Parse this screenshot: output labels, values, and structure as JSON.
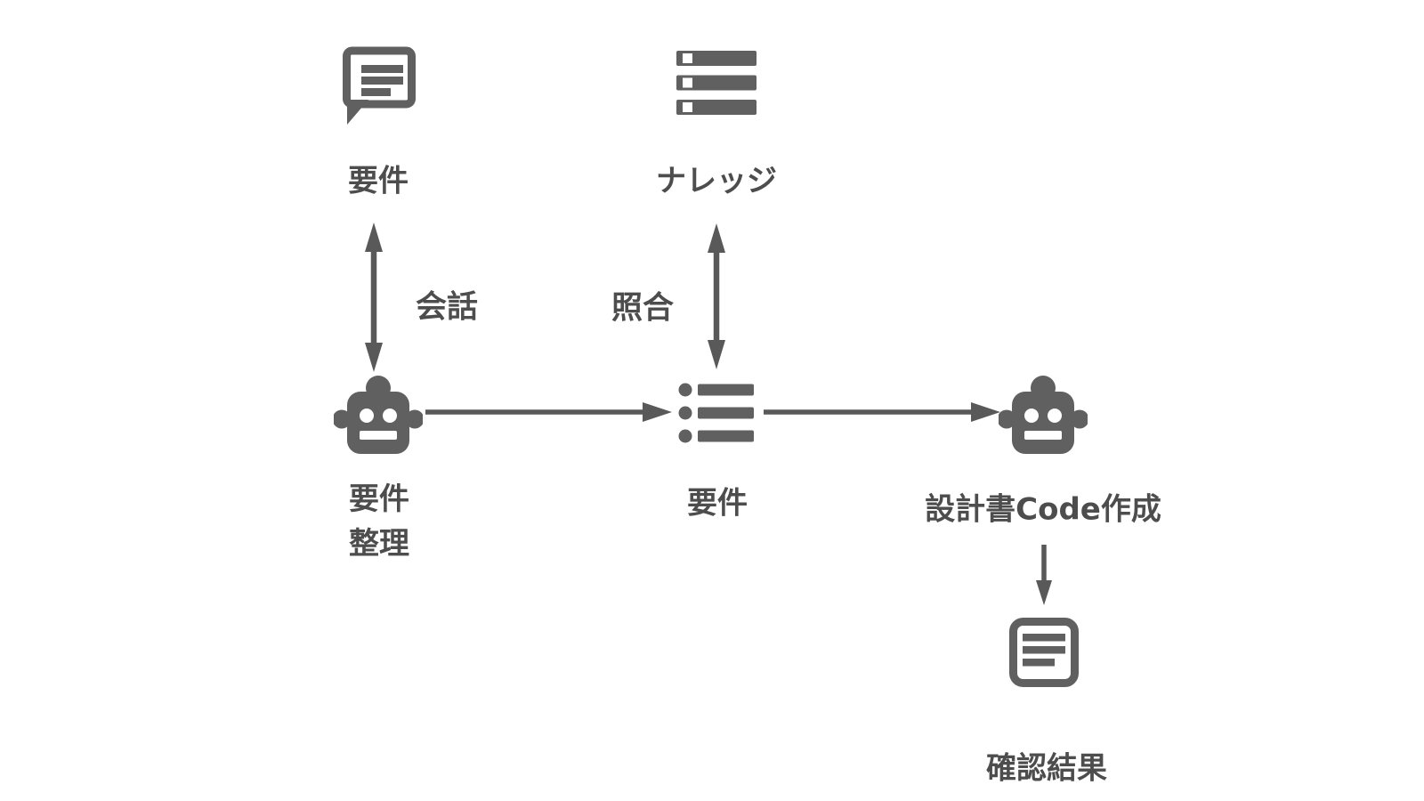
{
  "diagram": {
    "colors": {
      "icon": "#606060",
      "text": "#4d4d4d",
      "arrow": "#595959",
      "background": "#ffffff"
    },
    "nodes": {
      "requirements_input": {
        "label": "要件",
        "icon": "speech-bubble-icon"
      },
      "knowledge": {
        "label": "ナレッジ",
        "icon": "server-icon"
      },
      "requirements_organize": {
        "line1": "要件",
        "line2": "整理",
        "icon": "robot-icon"
      },
      "requirements": {
        "label": "要件",
        "icon": "bullet-list-icon"
      },
      "design_code_create": {
        "label": "設計書Code作成",
        "icon": "robot-icon"
      },
      "confirmation_result": {
        "label": "確認結果",
        "icon": "document-icon"
      }
    },
    "edges": {
      "conversation": {
        "label": "会話",
        "type": "bidirectional-vertical"
      },
      "matching": {
        "label": "照合",
        "type": "bidirectional-vertical"
      },
      "organize_to_requirements": {
        "type": "arrow-right"
      },
      "requirements_to_design": {
        "type": "arrow-right"
      },
      "design_to_result": {
        "type": "arrow-down"
      }
    }
  }
}
